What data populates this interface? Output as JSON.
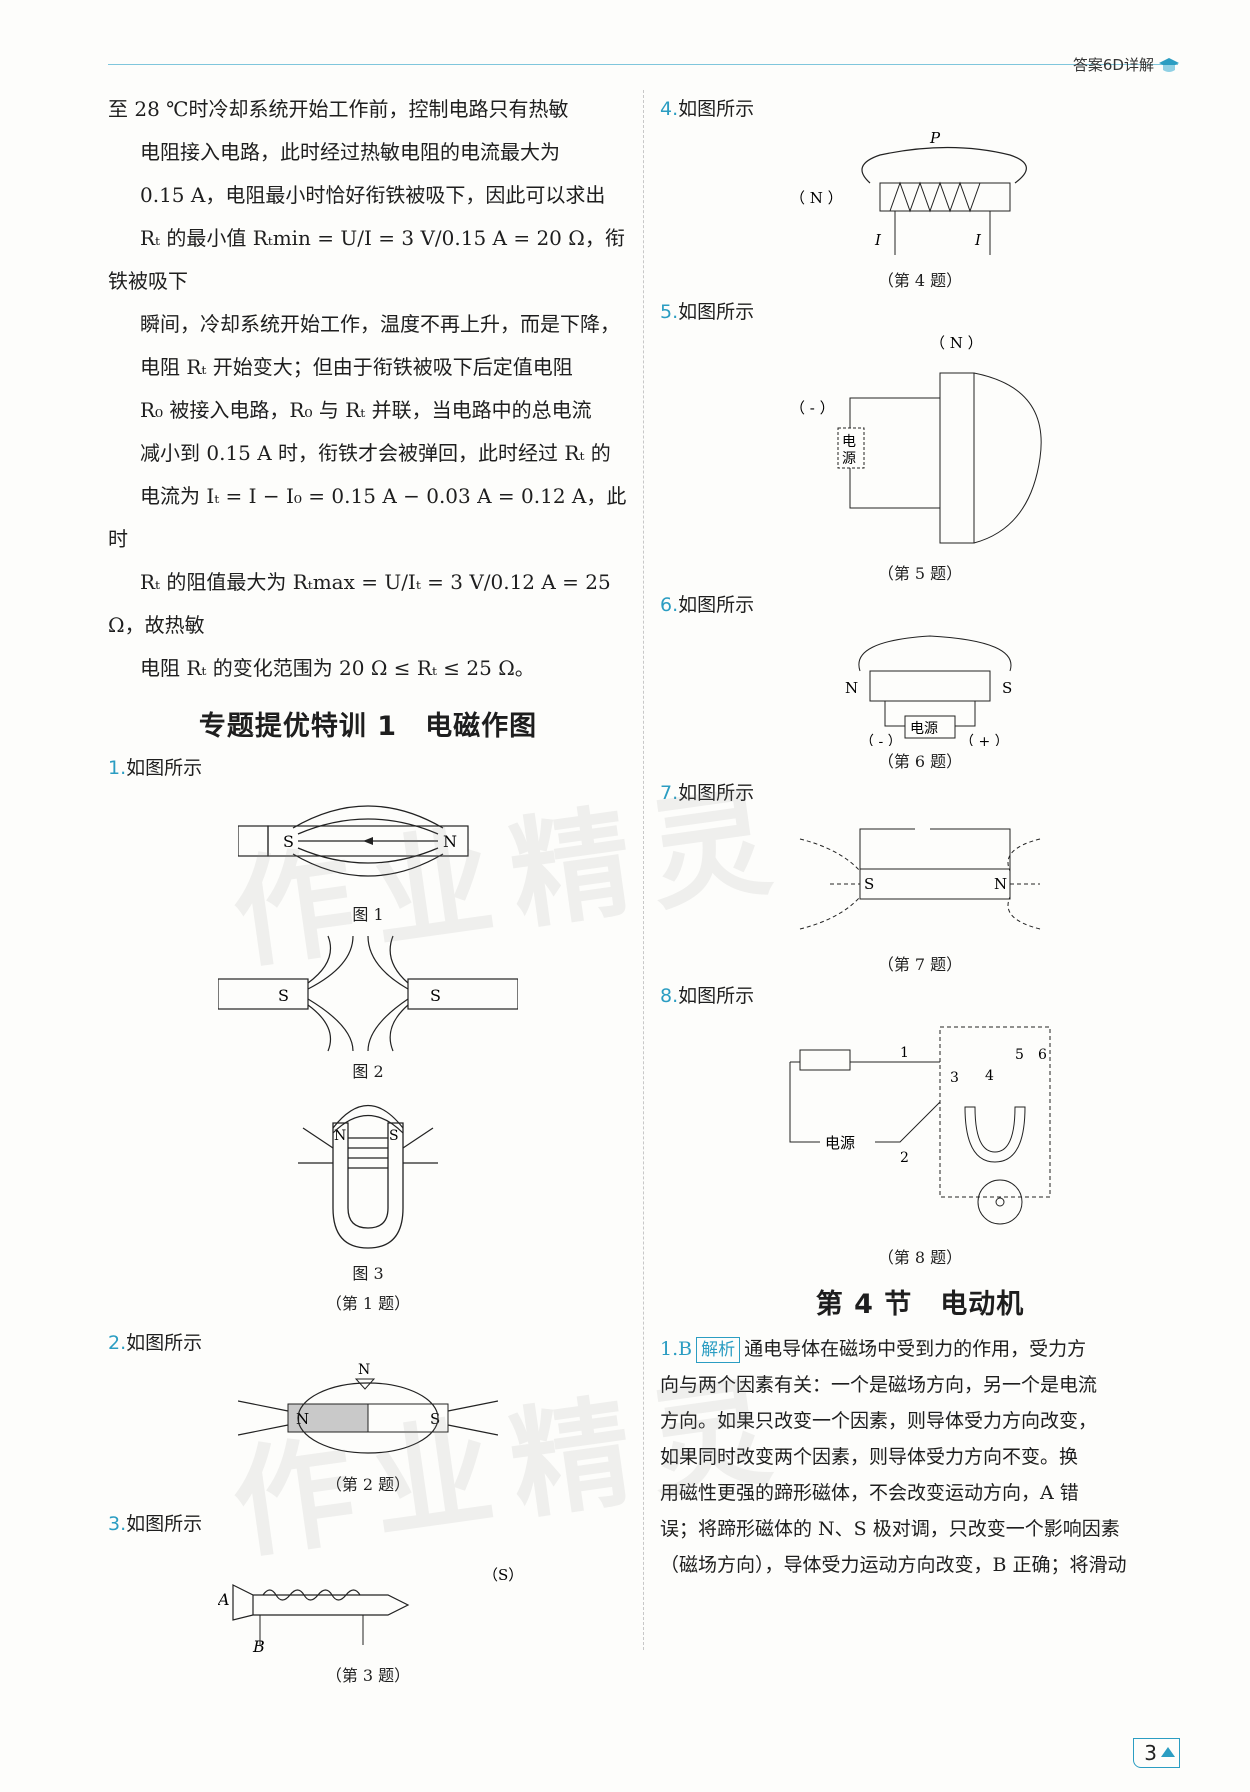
{
  "header": {
    "label": "答案6D详解"
  },
  "left_text": {
    "lines": [
      "至 28 ℃时冷却系统开始工作前，控制电路只有热敏",
      "电阻接入电路，此时经过热敏电阻的电流最大为",
      "0.15 A，电阻最小时恰好衔铁被吸下，因此可以求出",
      "Rₜ 的最小值 Rₜmin = U/I = 3 V/0.15 A = 20 Ω，衔铁被吸下",
      "瞬间，冷却系统开始工作，温度不再上升，而是下降，",
      "电阻 Rₜ 开始变大；但由于衔铁被吸下后定值电阻",
      "R₀ 被接入电路，R₀ 与 Rₜ 并联，当电路中的总电流",
      "减小到 0.15 A 时，衔铁才会被弹回，此时经过 Rₜ 的",
      "电流为 Iₜ = I − I₀ = 0.15 A − 0.03 A = 0.12 A，此时",
      "Rₜ 的阻值最大为 Rₜmax = U/Iₜ = 3 V/0.12 A = 25 Ω，故热敏",
      "电阻 Rₜ 的变化范围为 20 Ω ≤ Rₜ ≤ 25 Ω。"
    ]
  },
  "section1": {
    "title": "专题提优特训 1　电磁作图"
  },
  "q1": {
    "num": "1.",
    "text": "如图所示",
    "fig1": "图 1",
    "fig2": "图 2",
    "fig3": "图 3",
    "caption": "（第 1 题）"
  },
  "q2": {
    "num": "2.",
    "text": "如图所示",
    "caption": "（第 2 题）"
  },
  "q3": {
    "num": "3.",
    "text": "如图所示",
    "caption": "（第 3 题）"
  },
  "q4": {
    "num": "4.",
    "text": "如图所示",
    "caption": "（第 4 题）"
  },
  "q5": {
    "num": "5.",
    "text": "如图所示",
    "caption": "（第 5 题）"
  },
  "q6": {
    "num": "6.",
    "text": "如图所示",
    "caption": "（第 6 题）"
  },
  "q7": {
    "num": "7.",
    "text": "如图所示",
    "caption": "（第 7 题）"
  },
  "q8": {
    "num": "8.",
    "text": "如图所示",
    "caption": "（第 8 题）"
  },
  "fig_labels": {
    "s": "S",
    "n": "N",
    "p": "P",
    "i": "I",
    "a": "A",
    "b": "B",
    "n_paren": "（ N ）",
    "s_paren": "（S）",
    "minus_paren": "（ - ）",
    "plus_paren": "（ + ）",
    "power": "电源",
    "power_v1": "电",
    "power_v2": "源",
    "n1": "1",
    "n2": "2",
    "n3": "3",
    "n4": "4",
    "n5": "5",
    "n6": "6"
  },
  "section2": {
    "title": "第 4 节　电动机"
  },
  "ans1": {
    "lead": "1.B",
    "tag": "解析",
    "lines": [
      "通电导体在磁场中受到力的作用，受力方",
      "向与两个因素有关：一个是磁场方向，另一个是电流",
      "方向。如果只改变一个因素，则导体受力方向改变，",
      "如果同时改变两个因素，则导体受力方向不变。换",
      "用磁性更强的蹄形磁体，不会改变运动方向，A 错",
      "误；将蹄形磁体的 N、S 极对调，只改变一个影响因素",
      "（磁场方向），导体受力运动方向改变，B 正确；将滑动"
    ]
  },
  "watermark": "作业精灵",
  "page": "3"
}
